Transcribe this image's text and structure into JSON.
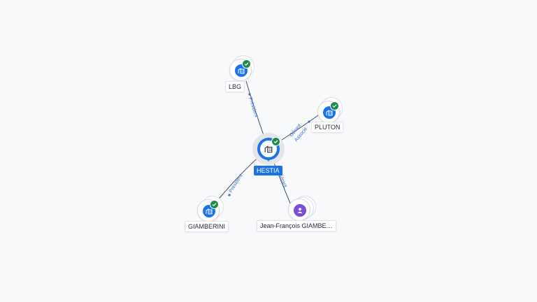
{
  "colors": {
    "accent": "#1a73e8",
    "verified": "#1f8a4c",
    "person": "#7c4ddb",
    "edge_label": "#3b6fd8"
  },
  "nodes": {
    "hestia": {
      "label": "HESTIA",
      "icon": "building-icon",
      "verified": true,
      "central": true
    },
    "lbg": {
      "label": "LBG",
      "icon": "building-icon",
      "verified": true
    },
    "pluton": {
      "label": "PLUTON",
      "icon": "building-icon",
      "verified": true
    },
    "giamberini": {
      "label": "GIAMBERINI",
      "icon": "building-icon",
      "verified": true
    },
    "person": {
      "label": "Jean-François GIAMBE…",
      "icon": "person-icon",
      "verified": false
    }
  },
  "edges": {
    "lbg": {
      "label": "Président"
    },
    "pluton": {
      "label_line1": "Gérant",
      "label_line2": "Associé"
    },
    "giamberini": {
      "label": "Président"
    },
    "person": {
      "label": "Gérant"
    }
  }
}
